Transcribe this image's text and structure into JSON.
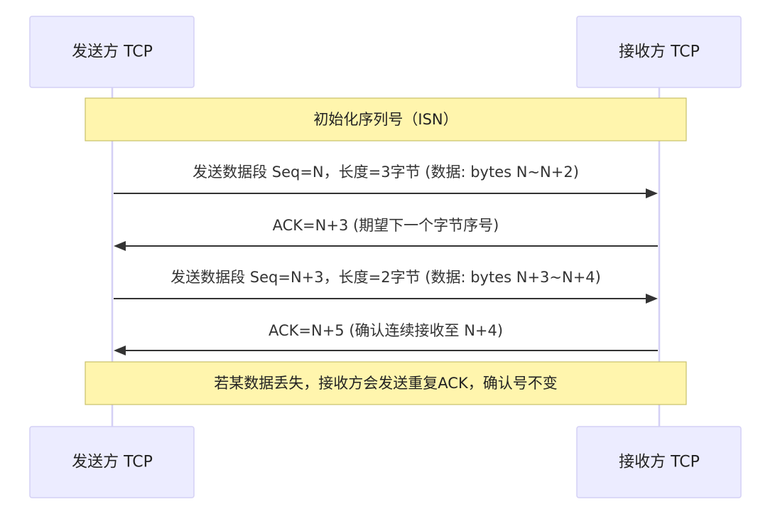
{
  "colors": {
    "actor_fill": "#ececff",
    "actor_border": "#d4d0f5",
    "lifeline": "#d4d0f5",
    "note_fill": "#fff5ad",
    "note_border": "#c9c06a",
    "message_line": "#333333",
    "text": "#222222"
  },
  "participants": {
    "sender": {
      "label": "发送方 TCP"
    },
    "receiver": {
      "label": "接收方 TCP"
    }
  },
  "notes": [
    {
      "text": "初始化序列号（ISN）",
      "over": [
        "sender",
        "receiver"
      ]
    },
    {
      "text": "若某数据丢失，接收方会发送重复ACK，确认号不变",
      "over": [
        "sender",
        "receiver"
      ]
    }
  ],
  "messages": [
    {
      "from": "sender",
      "to": "receiver",
      "text": "发送数据段 Seq=N，长度=3字节 (数据: bytes N~N+2)"
    },
    {
      "from": "receiver",
      "to": "sender",
      "text": "ACK=N+3 (期望下一个字节序号)"
    },
    {
      "from": "sender",
      "to": "receiver",
      "text": "发送数据段 Seq=N+3，长度=2字节 (数据: bytes N+3~N+4)"
    },
    {
      "from": "receiver",
      "to": "sender",
      "text": "ACK=N+5 (确认连续接收至 N+4)"
    }
  ]
}
